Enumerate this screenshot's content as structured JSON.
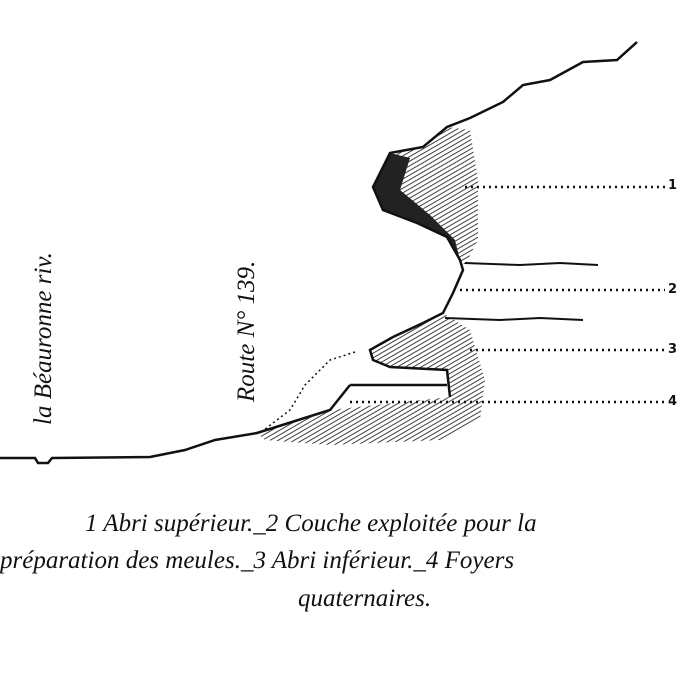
{
  "labels": {
    "river": "la Béauronne riv.",
    "road": "Route N° 139."
  },
  "markers": [
    "1",
    "2",
    "3",
    "4"
  ],
  "caption": {
    "line1": "1 Abri supérieur._2 Couche exploitée pour la",
    "line2": "préparation des meules._3 Abri  inférieur._4 Foyers",
    "line3": "quaternaires."
  }
}
